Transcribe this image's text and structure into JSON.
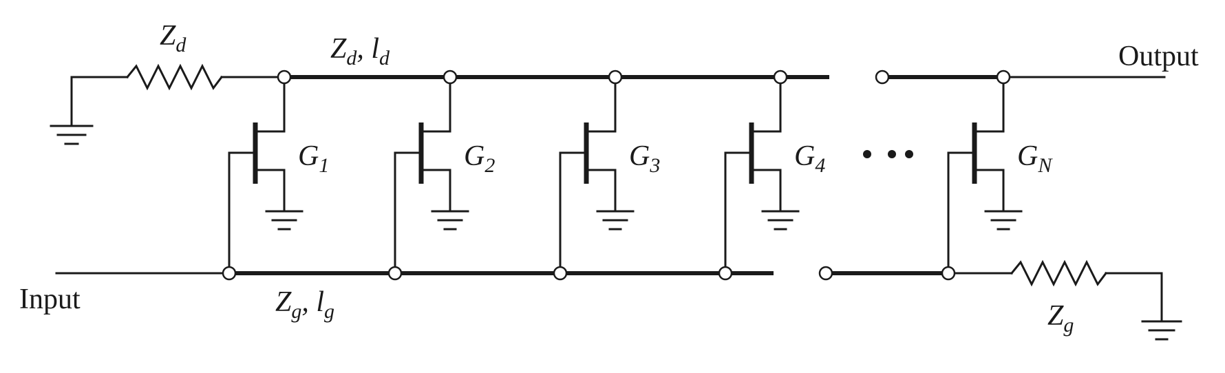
{
  "labels": {
    "output": "Output",
    "input": "Input",
    "zd_top": {
      "main": "Z",
      "sub": "d"
    },
    "zd_line": {
      "main": "Z",
      "sub": "d",
      "sep": ", ",
      "main2": "l",
      "sub2": "d"
    },
    "zg_line": {
      "main": "Z",
      "sub": "g",
      "sep": ", ",
      "main2": "l",
      "sub2": "g"
    },
    "zg_bottom": {
      "main": "Z",
      "sub": "g"
    },
    "ellipsis": "• • •"
  },
  "transistors": [
    {
      "main": "G",
      "sub": "1"
    },
    {
      "main": "G",
      "sub": "2"
    },
    {
      "main": "G",
      "sub": "3"
    },
    {
      "main": "G",
      "sub": "4"
    },
    {
      "main": "G",
      "sub": "N"
    }
  ]
}
